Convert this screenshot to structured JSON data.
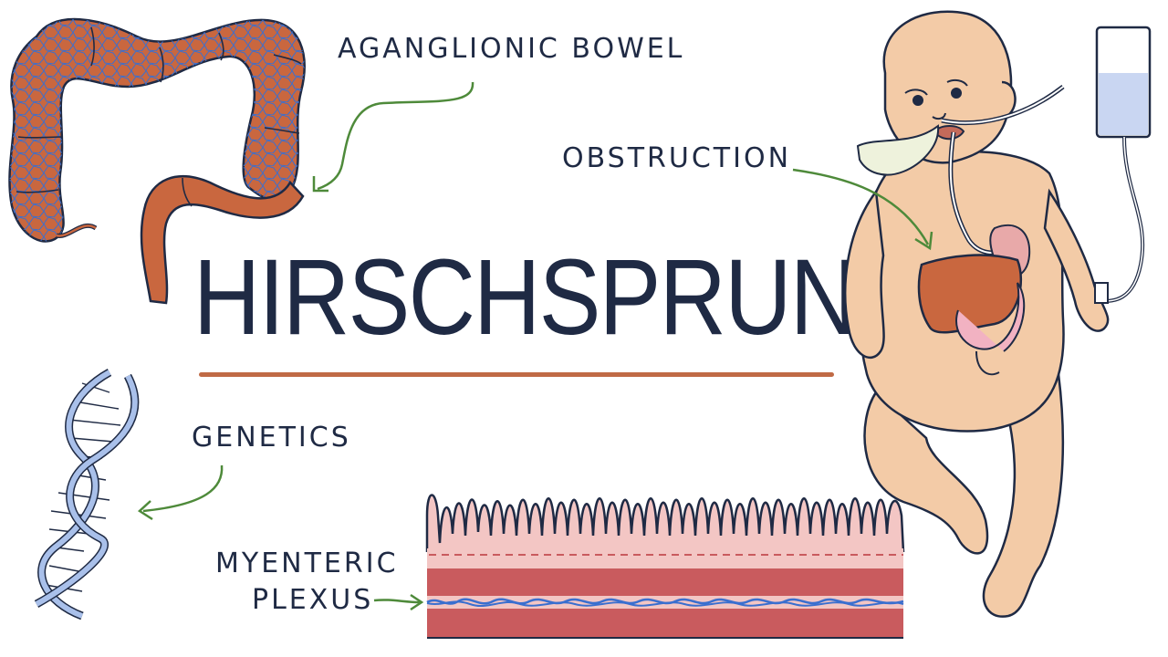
{
  "title": "HIRSCHSPRUNG'S",
  "labels": {
    "aganglionic_bowel": "AGANGLIONIC BOWEL",
    "obstruction": "OBSTRUCTION",
    "genetics": "GENETICS",
    "myenteric_plexus_line1": "MYENTERIC",
    "myenteric_plexus_line2": "PLEXUS"
  },
  "colors": {
    "ink": "#1f2a44",
    "arrow": "#4e8a3a",
    "bowel": "#c9673f",
    "underline": "#c06a45",
    "skin": "#f3cba7",
    "nerve": "#3a6fcf",
    "mucosa": "#f3c6c4",
    "muscle": "#c95b5e"
  },
  "icons": [
    "colon-illustration",
    "baby-illustration",
    "dna-helix-illustration",
    "bowel-wall-cross-section",
    "iv-bag-illustration"
  ]
}
